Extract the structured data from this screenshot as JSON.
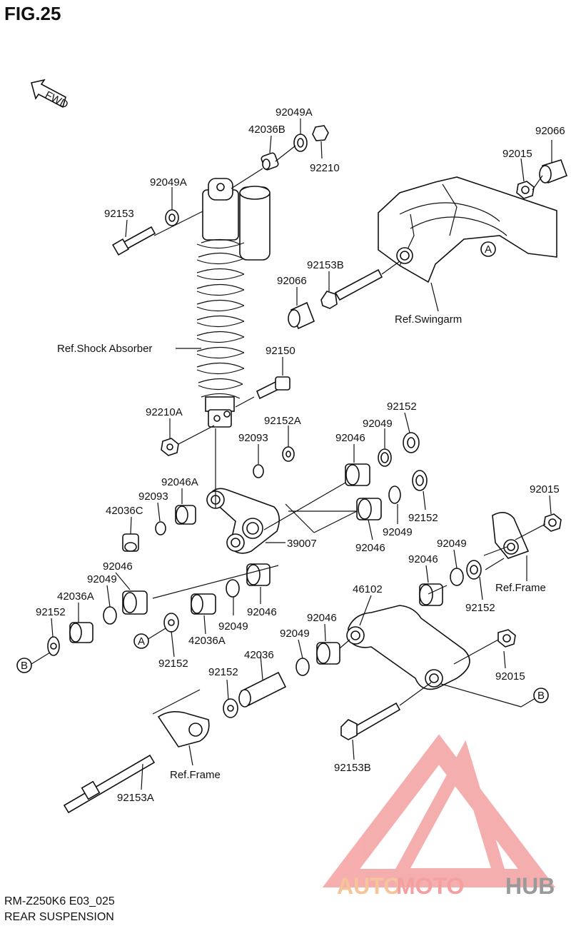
{
  "figure": {
    "title": "FIG.25"
  },
  "fwd_label": "FWD",
  "labels": {
    "p92049A_top": "92049A",
    "p42036B": "42036B",
    "p92210": "92210",
    "p92066_top": "92066",
    "p92015_top": "92015",
    "p92049A_left": "92049A",
    "p92153": "92153",
    "p92153B_mid": "92153B",
    "p92066_mid": "92066",
    "ref_swingarm": "Ref.Swingarm",
    "ref_shock": "Ref.Shock Absorber",
    "p92150": "92150",
    "p92210A": "92210A",
    "p92152A": "92152A",
    "p92152_top": "92152",
    "p92049_a": "92049",
    "p92093_a": "92093",
    "p92046_a": "92046",
    "p92046A": "92046A",
    "p92093_b": "92093",
    "p42036C": "42036C",
    "p92015_right": "92015",
    "p39007": "39007",
    "p92152_b": "92152",
    "p92049_b": "92049",
    "p92046_b": "92046",
    "p92049_c": "92049",
    "ref_frame_right": "Ref.Frame",
    "p92046_c": "92046",
    "p92152_c": "92152",
    "p92046_left": "92046",
    "p92049_left": "92049",
    "p42036A_left": "42036A",
    "p92152_left": "92152",
    "p46102": "46102",
    "p92046_d": "92046",
    "p92049_d": "92049",
    "p42036A_mid": "42036A",
    "p92152_mid": "92152",
    "p92046_e": "92046",
    "p92049_e": "92049",
    "p42036": "42036",
    "p92152_low": "92152",
    "p92015_low": "92015",
    "ref_frame_low": "Ref.Frame",
    "p92153B_low": "92153B",
    "p92153A": "92153A"
  },
  "callouts": {
    "a": "A",
    "b": "B"
  },
  "watermark": {
    "part1": "AUTO",
    "part2": "MOTO",
    "part3": "HUB"
  },
  "colors": {
    "watermark_pink": "#f4a0a0",
    "watermark_orange": "#f6c49a",
    "watermark_gray": "#9a9a9a"
  },
  "footer": {
    "code": "RM-Z250K6 E03_025",
    "title": "REAR SUSPENSION"
  }
}
